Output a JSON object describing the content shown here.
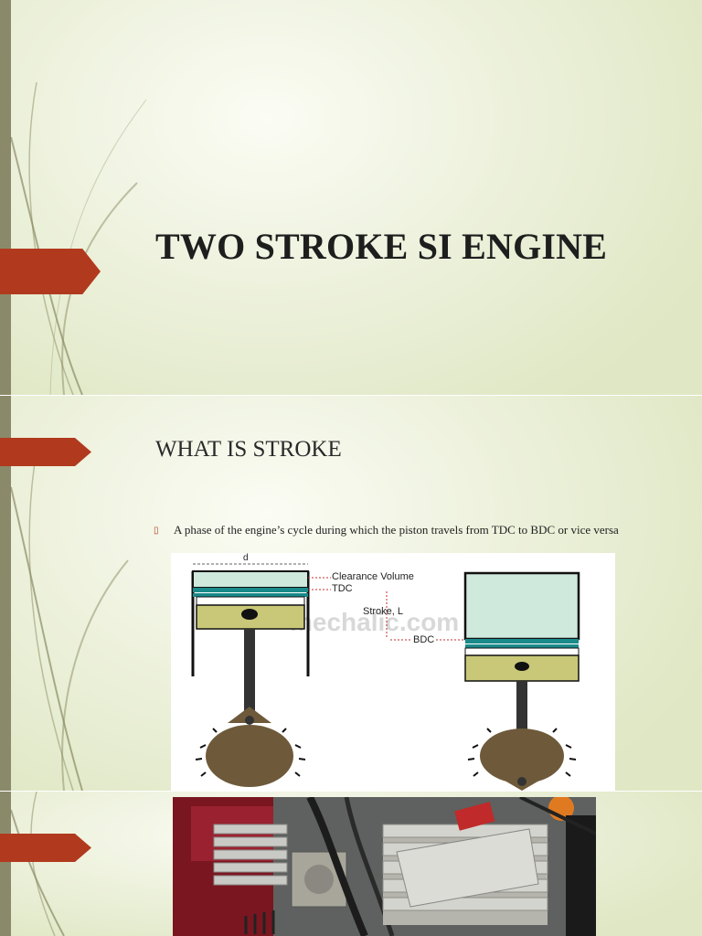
{
  "slides": [
    {
      "title": "TWO STROKE SI ENGINE"
    },
    {
      "title": "WHAT IS STROKE",
      "bullet": "A phase of the engine’s cycle during which the piston travels from TDC to BDC or vice versa",
      "diagram": {
        "bore_label": "d",
        "clearance_label": "Clearance Volume",
        "tdc_label": "TDC",
        "stroke_label": "Stroke, L",
        "bdc_label": "BDC",
        "watermark": "mechalic.com"
      }
    },
    {
      "photo_icon": "two-stroke-engine-photo"
    }
  ],
  "colors": {
    "accent": "#b13a1e",
    "background": "#eef2de",
    "strip": "#8a8a6a"
  }
}
